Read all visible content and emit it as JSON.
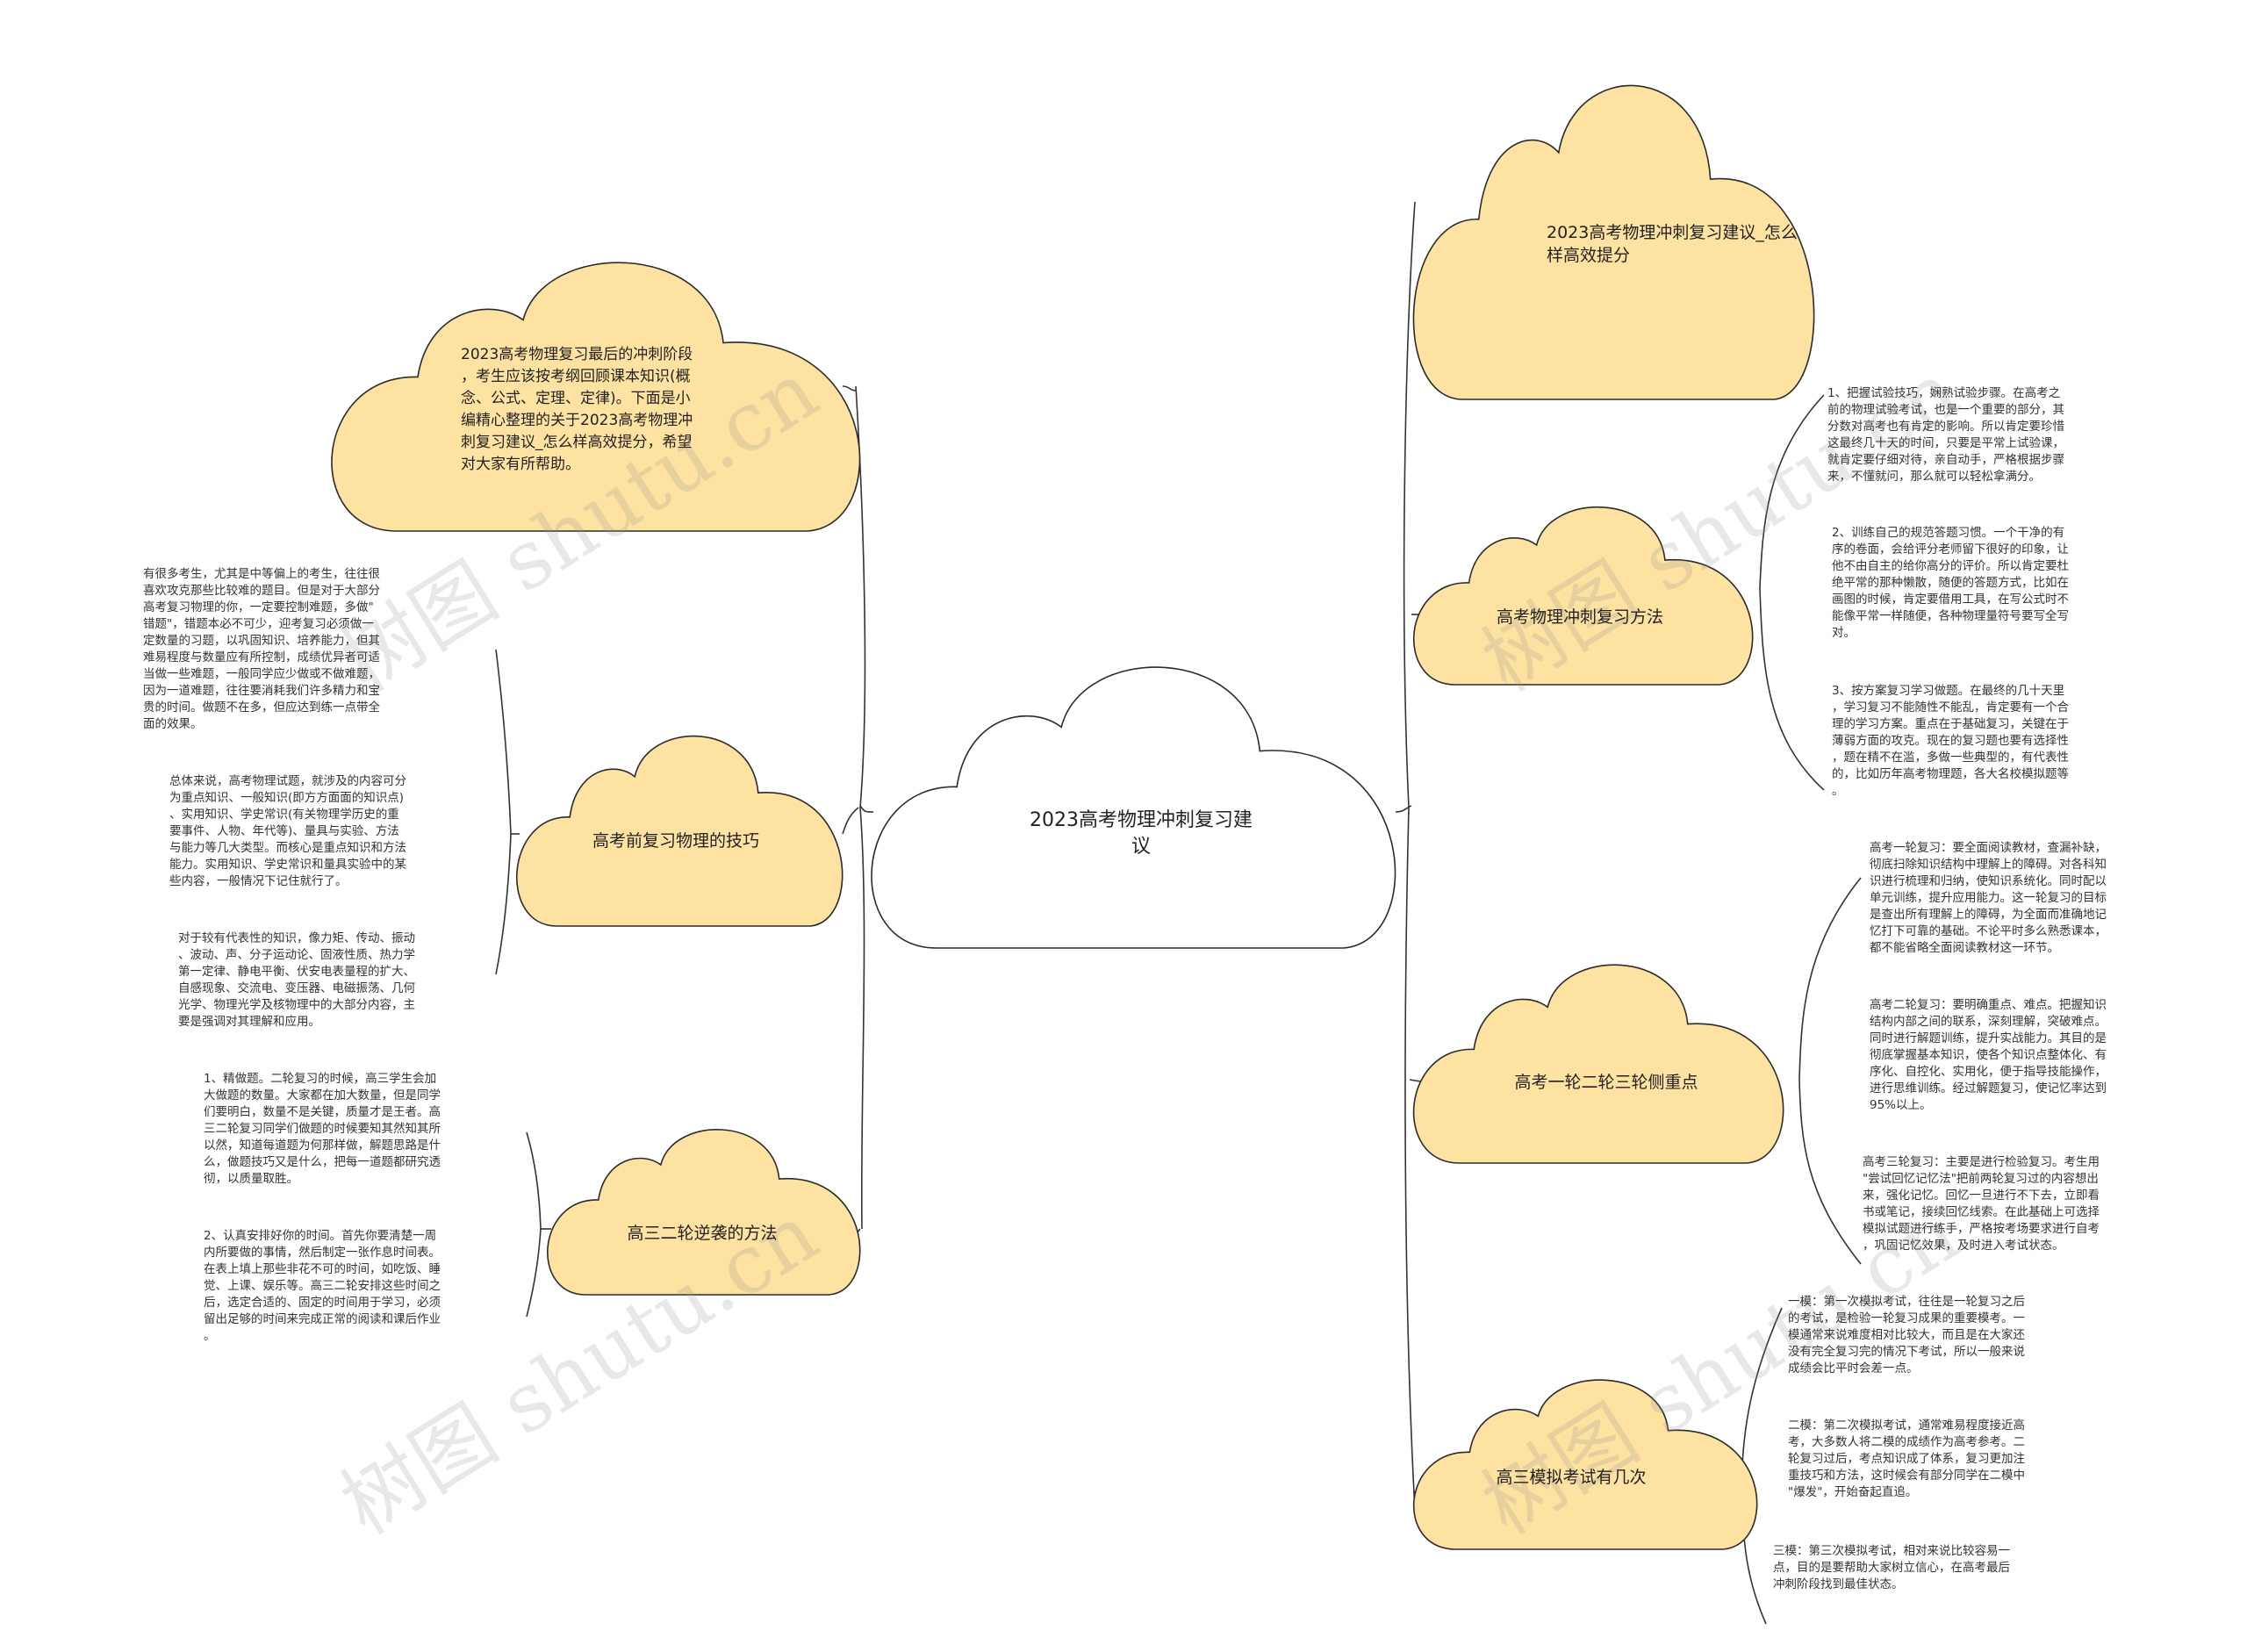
{
  "center": {
    "title": "2023高考物理冲刺复习建\n议"
  },
  "watermark": "树图 shutu.cn",
  "colors": {
    "cloud_fill": "#fde2a1",
    "center_fill": "#ffffff",
    "stroke": "#2b2b2b",
    "line": "#333333"
  },
  "intro": {
    "text": "2023高考物理复习最后的冲刺阶段\n，考生应该按考纲回顾课本知识(概\n念、公式、定理、定律)。下面是小\n编精心整理的关于2023高考物理冲\n刺复习建议_怎么样高效提分，希望\n对大家有所帮助。"
  },
  "left_branches": [
    {
      "label": "高考前复习物理的技巧",
      "notes": [
        "有很多考生，尤其是中等偏上的考生，往往很\n喜欢攻克那些比较难的题目。但是对于大部分\n高考复习物理的你，一定要控制难题，多做\"\n错题\"，错题本必不可少，迎考复习必须做一\n定数量的习题，以巩固知识、培养能力，但其\n难易程度与数量应有所控制，成绩优异者可适\n当做一些难题，一般同学应少做或不做难题，\n因为一道难题，往往要消耗我们许多精力和宝\n贵的时间。做题不在多，但应达到练一点带全\n面的效果。",
        "总体来说，高考物理试题，就涉及的内容可分\n为重点知识、一般知识(即方方面面的知识点)\n、实用知识、学史常识(有关物理学历史的重\n要事件、人物、年代等)、量具与实验、方法\n与能力等几大类型。而核心是重点知识和方法\n能力。实用知识、学史常识和量具实验中的某\n些内容，一般情况下记住就行了。",
        "对于较有代表性的知识，像力矩、传动、振动\n、波动、声、分子运动论、固液性质、热力学\n第一定律、静电平衡、伏安电表量程的扩大、\n自感现象、交流电、变压器、电磁振荡、几何\n光学、物理光学及核物理中的大部分内容，主\n要是强调对其理解和应用。"
      ]
    },
    {
      "label": "高三二轮逆袭的方法",
      "notes": [
        "1、精做题。二轮复习的时候，高三学生会加\n大做题的数量。大家都在加大数量，但是同学\n们要明白，数量不是关键，质量才是王者。高\n三二轮复习同学们做题的时候要知其然知其所\n以然，知道每道题为何那样做，解题思路是什\n么，做题技巧又是什么，把每一道题都研究透\n彻，以质量取胜。",
        "2、认真安排好你的时间。首先你要清楚一周\n内所要做的事情，然后制定一张作息时间表。\n在表上填上那些非花不可的时间，如吃饭、睡\n觉、上课、娱乐等。高三二轮安排这些时间之\n后，选定合适的、固定的时间用于学习，必须\n留出足够的时间来完成正常的阅读和课后作业\n。"
      ]
    }
  ],
  "right_branches": [
    {
      "label": "2023高考物理冲刺复习建议_怎么\n样高效提分",
      "notes": []
    },
    {
      "label": "高考物理冲刺复习方法",
      "notes": [
        "1、把握试验技巧，娴熟试验步骤。在高考之\n前的物理试验考试，也是一个重要的部分，其\n分数对高考也有肯定的影响。所以肯定要珍惜\n这最终几十天的时间，只要是平常上试验课，\n就肯定要仔细对待，亲自动手，严格根据步骤\n来，不懂就问，那么就可以轻松拿满分。",
        "2、训练自己的规范答题习惯。一个干净的有\n序的卷面，会给评分老师留下很好的印象，让\n他不由自主的给你高分的评价。所以肯定要杜\n绝平常的那种懒散，随便的答题方式，比如在\n画图的时候，肯定要借用工具，在写公式时不\n能像平常一样随便，各种物理量符号要写全写\n对。",
        "3、按方案复习学习做题。在最终的几十天里\n，学习复习不能随性不能乱，肯定要有一个合\n理的学习方案。重点在于基础复习，关键在于\n薄弱方面的攻克。现在的复习题也要有选择性\n，题在精不在滥，多做一些典型的，有代表性\n的，比如历年高考物理题，各大名校模拟题等\n。"
      ]
    },
    {
      "label": "高考一轮二轮三轮侧重点",
      "notes": [
        "高考一轮复习：要全面阅读教材，查漏补缺，\n彻底扫除知识结构中理解上的障碍。对各科知\n识进行梳理和归纳，使知识系统化。同时配以\n单元训练，提升应用能力。这一轮复习的目标\n是查出所有理解上的障碍，为全面而准确地记\n忆打下可靠的基础。不论平时多么熟悉课本，\n都不能省略全面阅读教材这一环节。",
        "高考二轮复习：要明确重点、难点。把握知识\n结构内部之间的联系，深刻理解，突破难点。\n同时进行解题训练，提升实战能力。其目的是\n彻底掌握基本知识，使各个知识点整体化、有\n序化、自控化、实用化，便于指导技能操作，\n进行思维训练。经过解题复习，使记忆率达到\n95%以上。",
        "高考三轮复习：主要是进行检验复习。考生用\n\"尝试回忆记忆法\"把前两轮复习过的内容想出\n来，强化记忆。回忆一旦进行不下去，立即看\n书或笔记，接续回忆线索。在此基础上可选择\n模拟试题进行练手，严格按考场要求进行自考\n，巩固记忆效果，及时进入考试状态。"
      ]
    },
    {
      "label": "高三模拟考试有几次",
      "notes": [
        "一模：第一次模拟考试，往往是一轮复习之后\n的考试，是检验一轮复习成果的重要模考。一\n模通常来说难度相对比较大，而且是在大家还\n没有完全复习完的情况下考试，所以一般来说\n成绩会比平时会差一点。",
        "二模：第二次模拟考试，通常难易程度接近高\n考，大多数人将二模的成绩作为高考参考。二\n轮复习过后，考点知识成了体系，复习更加注\n重技巧和方法，这时候会有部分同学在二模中\n\"爆发\"，开始奋起直追。",
        "三模：第三次模拟考试，相对来说比较容易一\n点，目的是要帮助大家树立信心，在高考最后\n冲刺阶段找到最佳状态。"
      ]
    }
  ]
}
